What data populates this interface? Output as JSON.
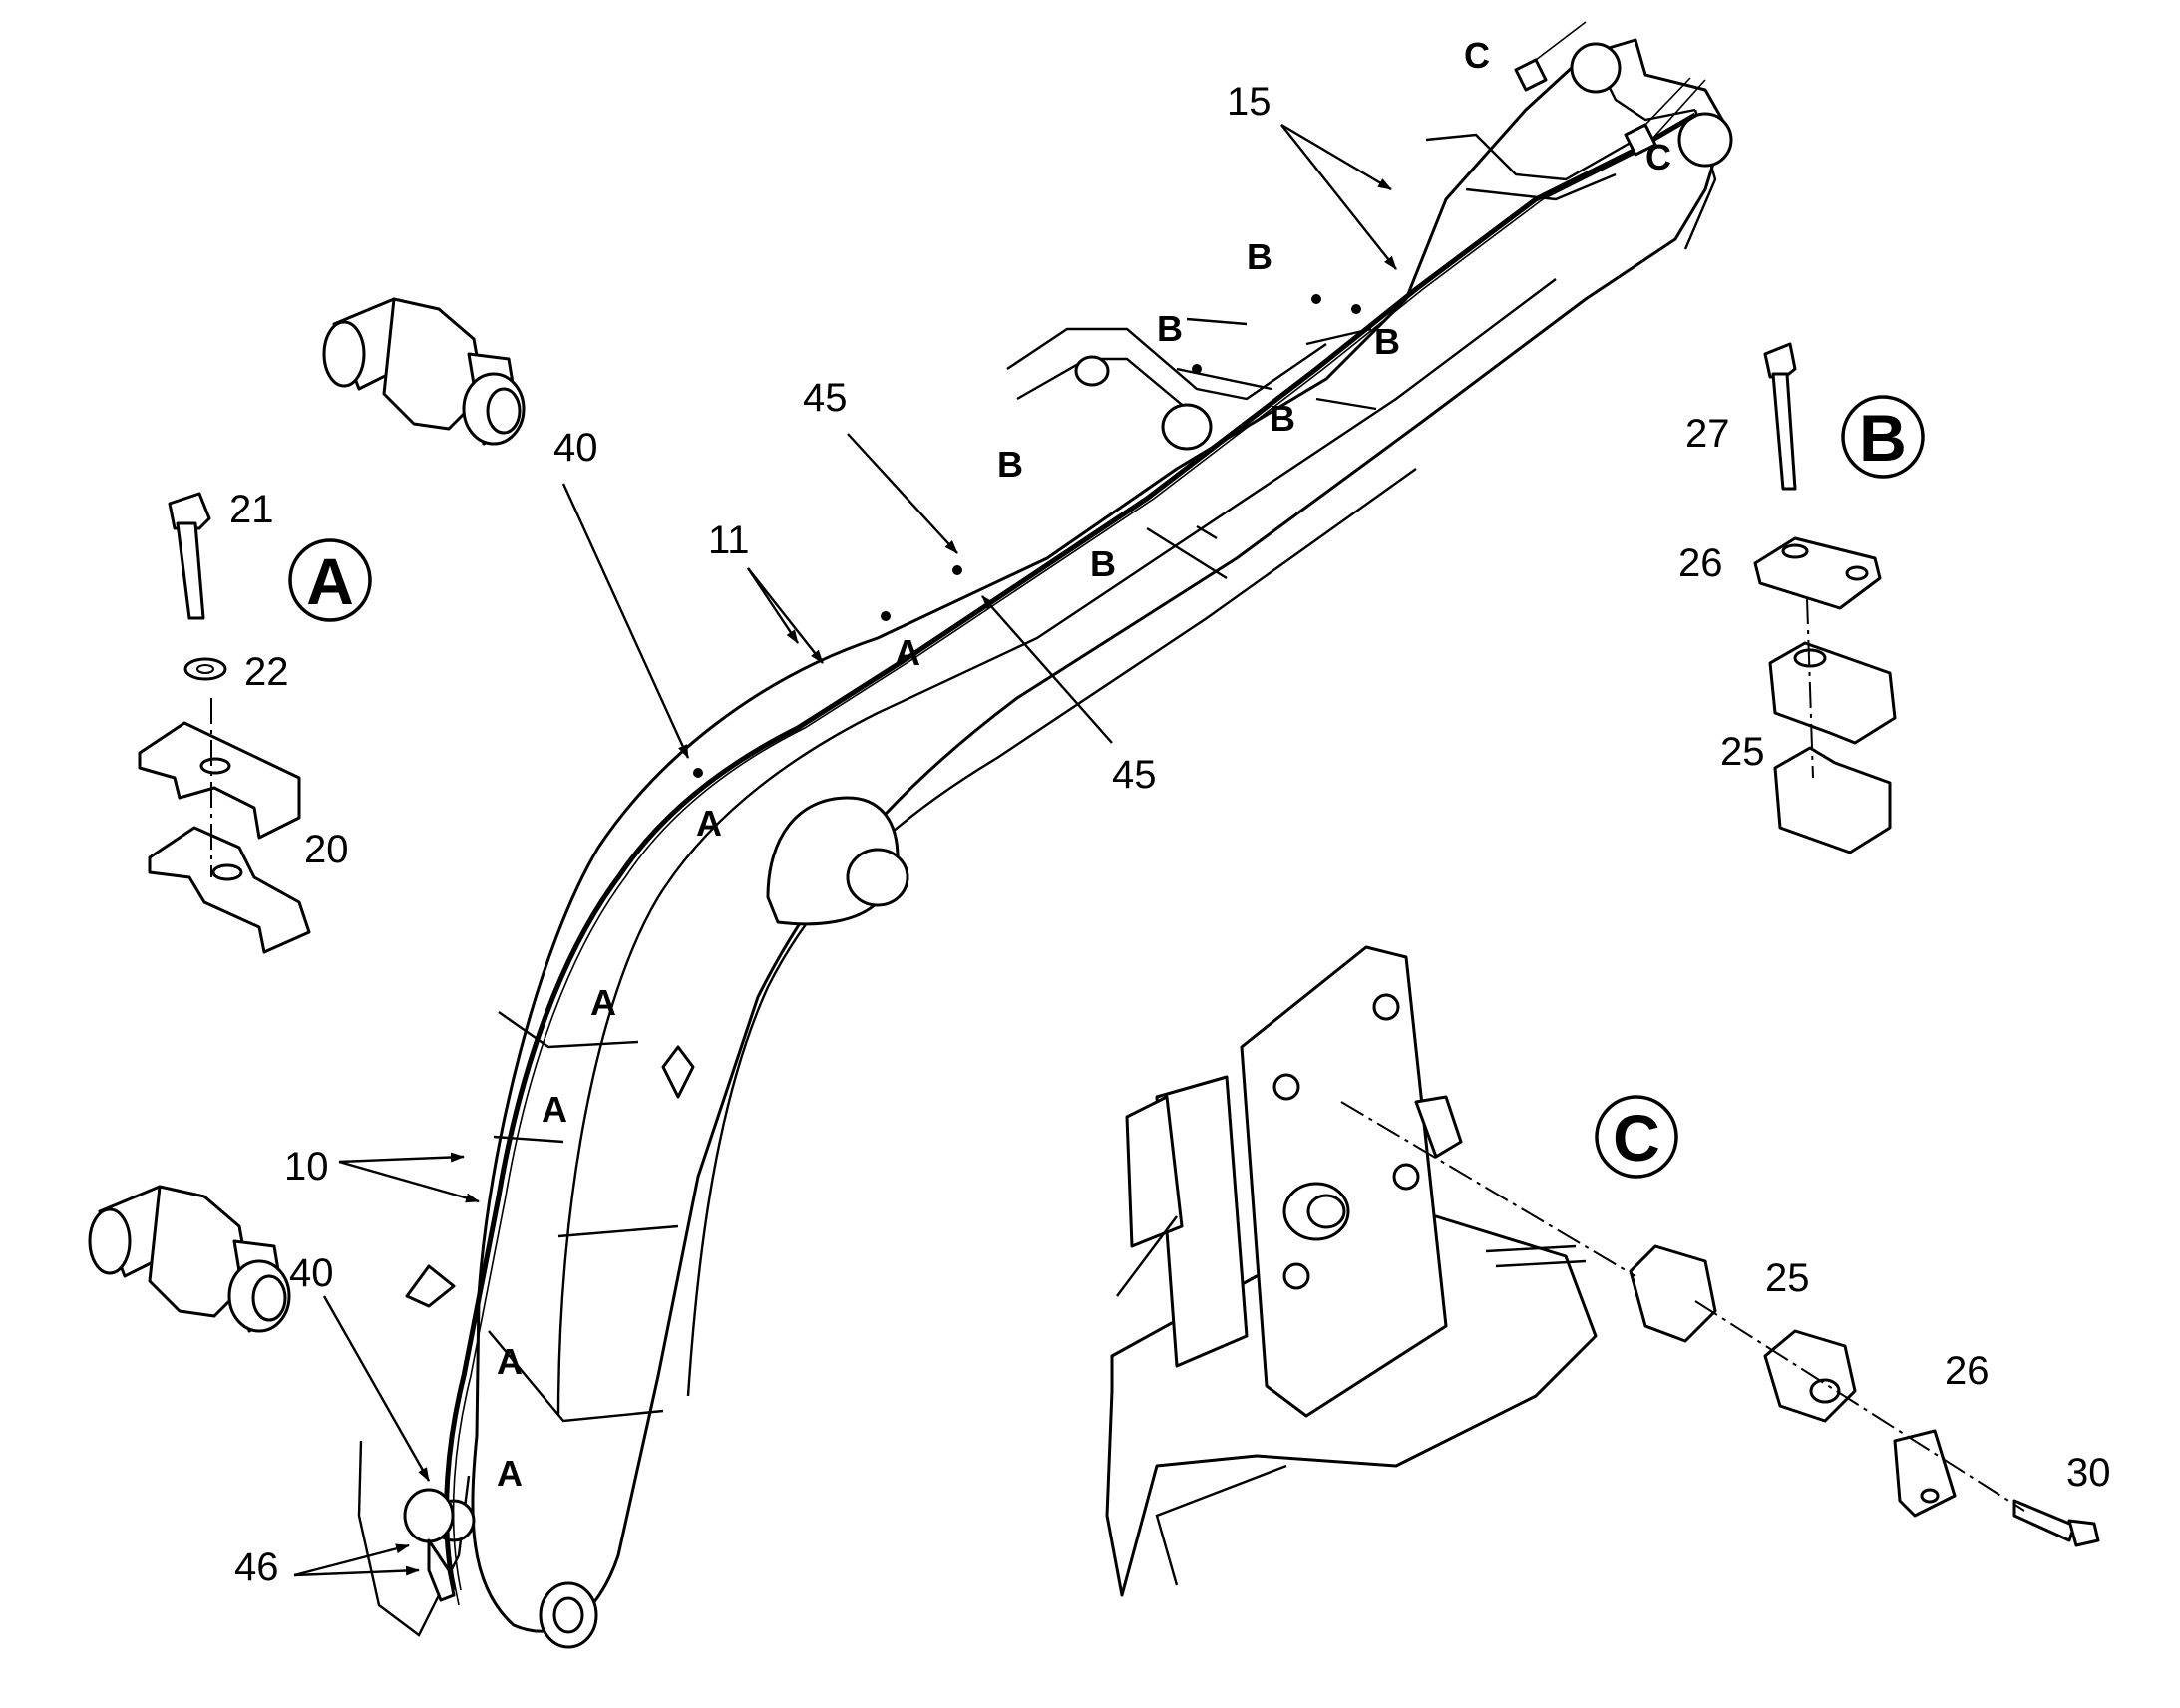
{
  "callouts": {
    "n15": "15",
    "n45a": "45",
    "n45b": "45",
    "n40a": "40",
    "n40b": "40",
    "n11": "11",
    "n10": "10",
    "n46": "46",
    "n21": "21",
    "n22": "22",
    "n20": "20",
    "n27": "27",
    "n26a": "26",
    "n26b": "26",
    "n25a": "25",
    "n25b": "25",
    "n30": "30"
  },
  "section_markers": {
    "A": "A",
    "B": "B",
    "C": "C"
  },
  "detail_titles": {
    "A": "A",
    "B": "B",
    "C": "C"
  }
}
